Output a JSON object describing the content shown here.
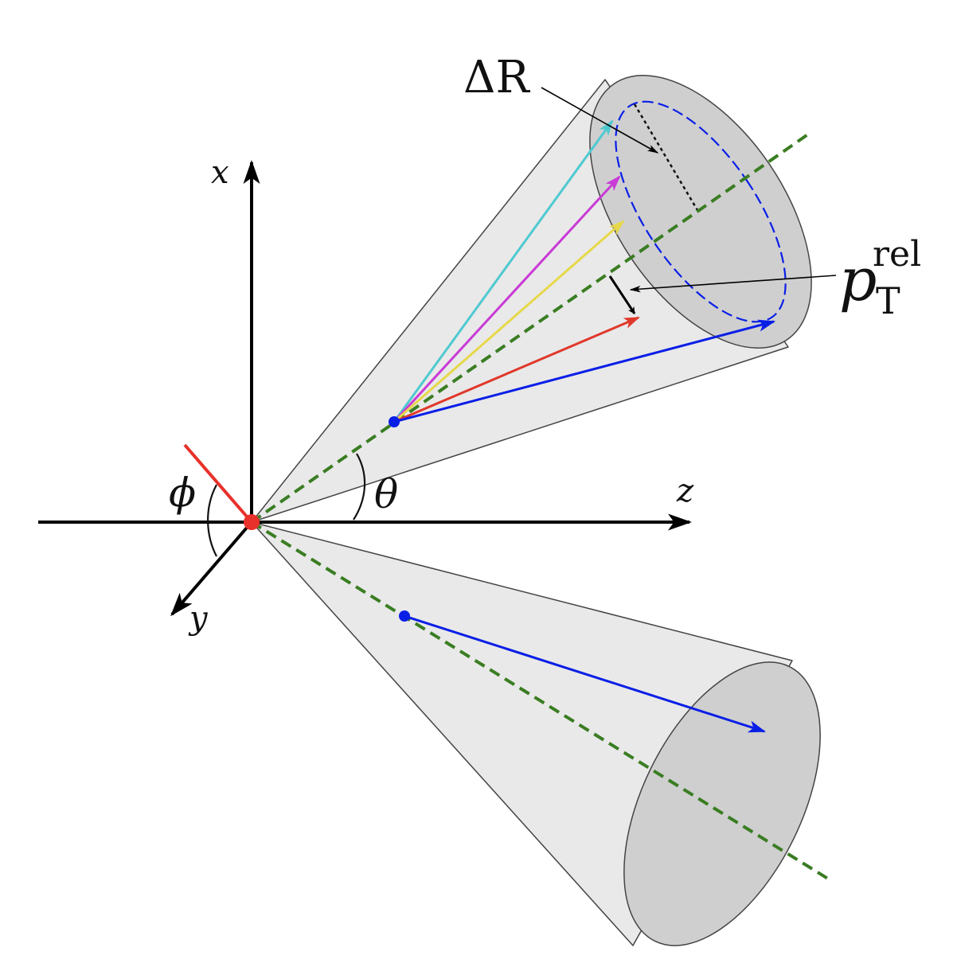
{
  "labels": {
    "x_axis": "x",
    "y_axis": "y",
    "z_axis": "z",
    "phi": "ϕ",
    "theta": "θ",
    "delta_r": "ΔR",
    "pt_base": "p",
    "pt_sub": "T",
    "pt_sup": "rel"
  },
  "colors": {
    "cone_fill": "#e9e9e9",
    "cone_cap": "#cfcfcf",
    "jet_axis": "#3a7d22",
    "track_cyan": "#4fc9d0",
    "track_magenta": "#c93ad6",
    "track_yellow": "#e6d84a",
    "track_red": "#e0382a",
    "track_blue": "#0a1fe6",
    "vertex": "#e8312a",
    "phi_line": "#e8312a"
  }
}
